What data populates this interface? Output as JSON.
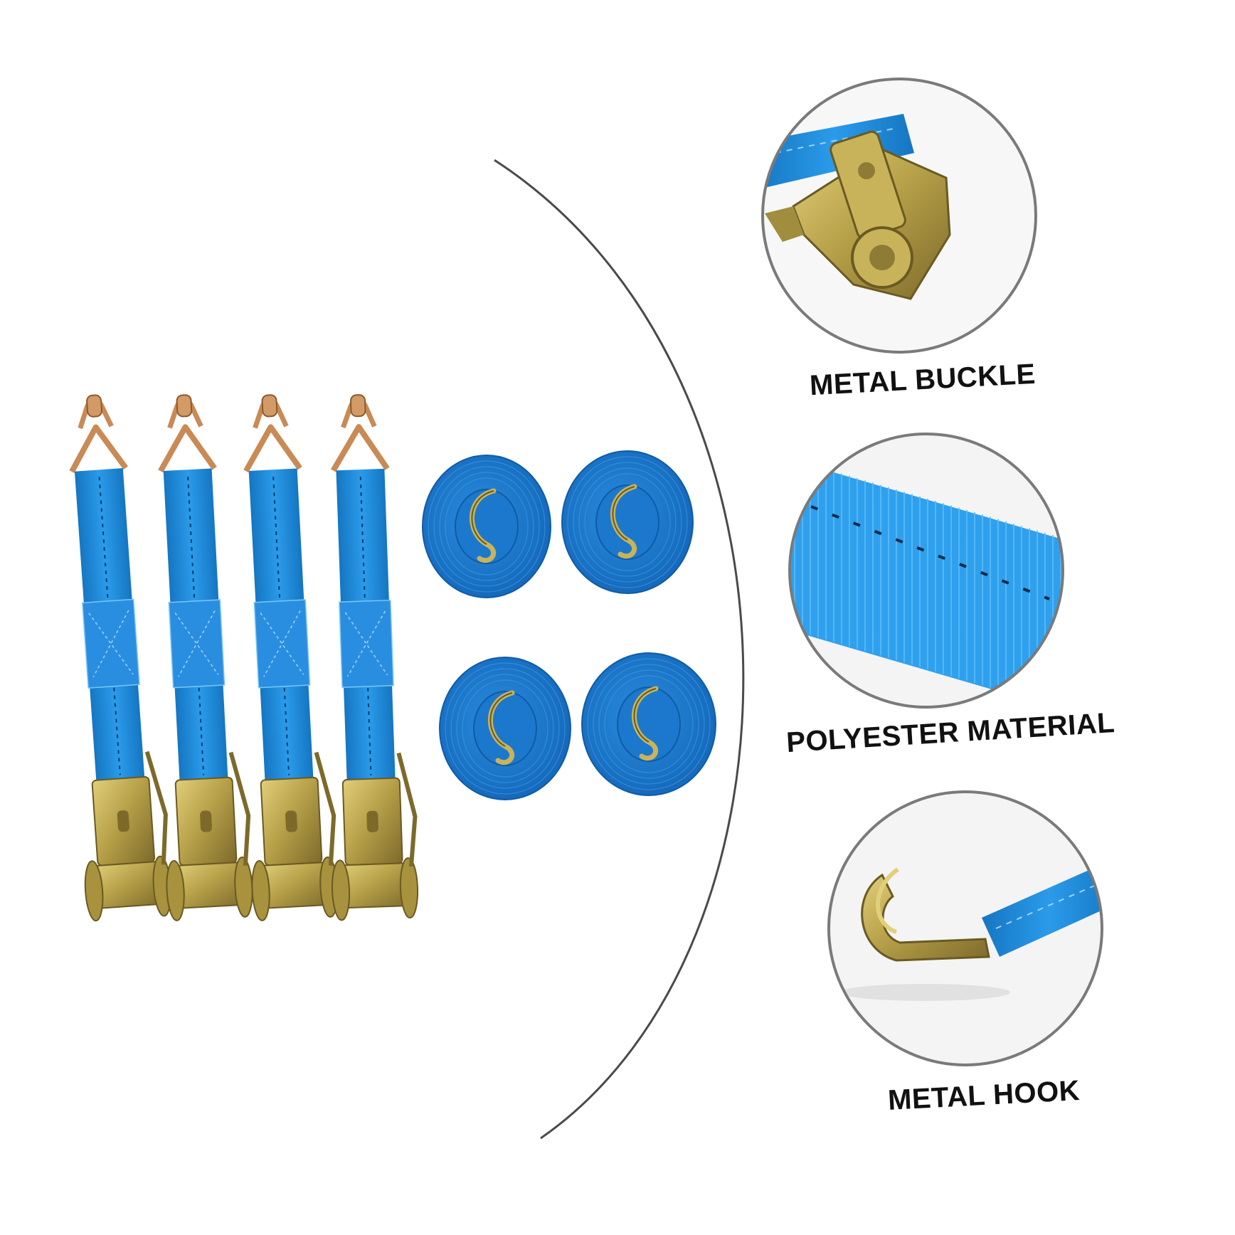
{
  "callouts": [
    {
      "label": "METAL BUCKLE"
    },
    {
      "label": "POLYESTER MATERIAL"
    },
    {
      "label": "METAL HOOK"
    }
  ],
  "colors": {
    "strap": "#1f8fe0",
    "strap_dark": "#1576c2",
    "strap_light": "#4db0f0",
    "metal": "#b8a24a",
    "metal_dark": "#7d6a2a",
    "metal_light": "#e2cf7a",
    "hook": "#c98a55",
    "circle_border": "#7a7a7a",
    "arc": "#444444"
  },
  "product": {
    "ratchet_strap_count": 4,
    "coiled_strap_count": 4
  }
}
